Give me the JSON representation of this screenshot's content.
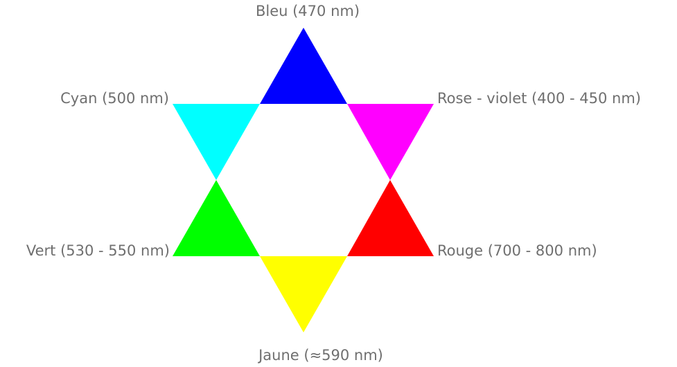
{
  "diagram": {
    "colors": {
      "blue": "#0000ff",
      "magenta": "#ff00ff",
      "red": "#ff0000",
      "yellow": "#ffff00",
      "green": "#00ff00",
      "cyan": "#00ffff",
      "label": "#6f6f6f"
    },
    "labels": {
      "blue": "Bleu (470 nm)",
      "cyan": "Cyan (500 nm)",
      "magenta": "Rose - violet (400 - 450 nm)",
      "green": "Vert (530 - 550 nm)",
      "red": "Rouge (700 - 800 nm)",
      "yellow": "Jaune (≈590 nm)"
    }
  }
}
